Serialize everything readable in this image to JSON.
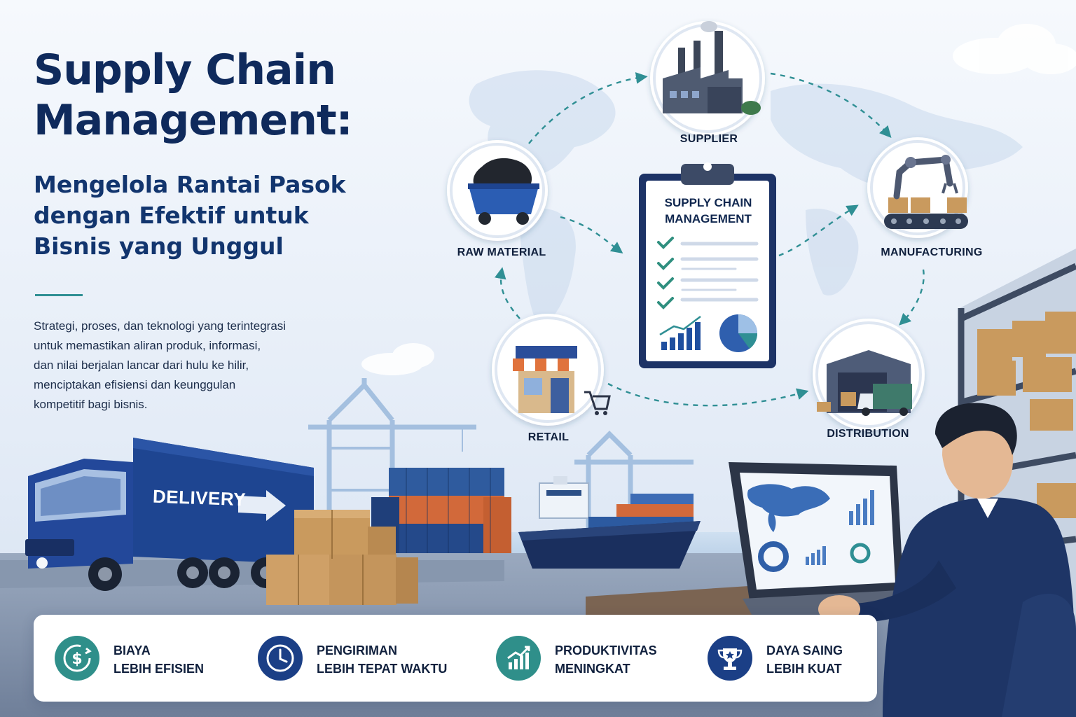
{
  "header": {
    "title_line1": "Supply Chain",
    "title_line2": "Management:",
    "subtitle_line1": "Mengelola Rantai Pasok",
    "subtitle_line2": "dengan Efektif untuk",
    "subtitle_line3": "Bisnis yang Unggul"
  },
  "description": {
    "lines": [
      "Strategi, proses, dan teknologi yang terintegrasi",
      "untuk memastikan aliran produk, informasi,",
      "dan nilai berjalan lancar dari hulu ke hilir,",
      "menciptakan efisiensi dan keunggulan",
      "kompetitif bagi bisnis."
    ]
  },
  "cycle": {
    "supplier": "SUPPLIER",
    "manufacturing": "MANUFACTURING",
    "distribution": "DISTRIBUTION",
    "retail": "RETAIL",
    "raw_material": "RAW MATERIAL"
  },
  "clipboard": {
    "title_line1": "SUPPLY CHAIN",
    "title_line2": "MANAGEMENT"
  },
  "truck": {
    "label": "DELIVERY"
  },
  "benefits": [
    {
      "icon": "dollar-cycle-icon",
      "line1": "BIAYA",
      "line2": "LEBIH EFISIEN",
      "color": "#2f8f8a"
    },
    {
      "icon": "clock-icon",
      "line1": "PENGIRIMAN",
      "line2": "LEBIH TEPAT WAKTU",
      "color": "#1b3f86"
    },
    {
      "icon": "growth-chart-icon",
      "line1": "PRODUKTIVITAS",
      "line2": "MENINGKAT",
      "color": "#2f8f8a"
    },
    {
      "icon": "trophy-icon",
      "line1": "DAYA SAING",
      "line2": "LEBIH KUAT",
      "color": "#1b3f86"
    }
  ],
  "colors": {
    "navy": "#0f2a5c",
    "accent_teal": "#2f8f94",
    "royal_blue": "#1b3f86"
  }
}
